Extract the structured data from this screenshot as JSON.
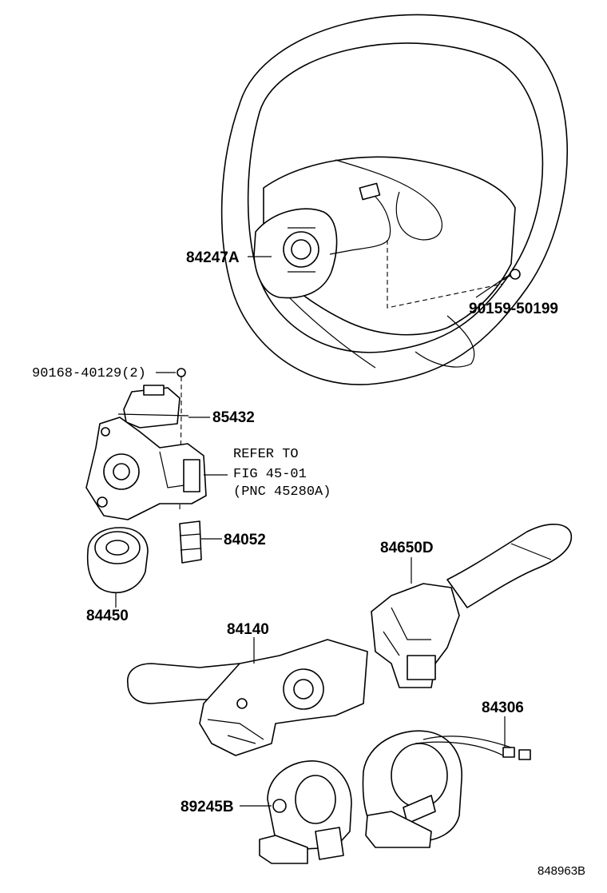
{
  "diagram": {
    "labels": {
      "steering_pad_switch": "84247A",
      "bolt_wheel": "90159-50199",
      "screw_bracket": "90168-40129(2)",
      "transponder_amp": "85432",
      "refer_line1": "REFER TO",
      "refer_line2": "FIG 45-01",
      "refer_line3": "(PNC 45280A)",
      "unlock_warning_switch": "84052",
      "ignition_switch": "84450",
      "wiper_switch": "84650D",
      "turn_signal_switch": "84140",
      "spiral_cable_wire": "84306",
      "steering_sensor": "89245B",
      "figure_code": "848963B"
    }
  }
}
